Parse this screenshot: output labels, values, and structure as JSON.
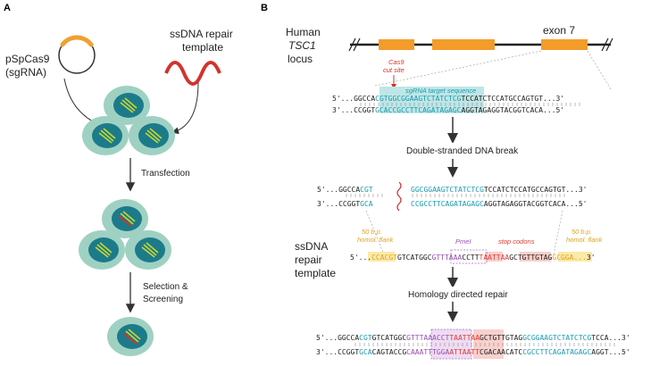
{
  "panel_a": {
    "letter": "A",
    "plasmid_label_line1": "pSpCas9",
    "plasmid_label_line2": "(sgRNA)",
    "template_label_line1": "ssDNA repair",
    "template_label_line2": "template",
    "step1": "Transfection",
    "step2_line1": "Selection &",
    "step2_line2": "Screening"
  },
  "panel_b": {
    "letter": "B",
    "locus_line1": "Human",
    "locus_line2": "TSC1",
    "locus_line3": "locus",
    "exon_label": "exon 7",
    "cut_site_line1": "Cas9",
    "cut_site_line2": "cut site",
    "sgrna_label": "sgRNA target sequence",
    "wt_top": {
      "prefix": "5'...GGCCA",
      "target": "CGTGGCGGAAGTCTATCTCG",
      "suffix": "TCCATCTCCATGCCAGTGT...3'"
    },
    "wt_bottom": {
      "prefix": "3'...CCGGT",
      "target": "GCACCGCCTTCAGATAGAGC",
      "suffix": "AGGTAGAGGTACGGTCACA...5'"
    },
    "dsb_label": "Double-stranded DNA break",
    "break_top_left": "5'...GGCCA",
    "break_top_left_blue": "CGT",
    "break_top_right_blue": "GGCGGAAGTCTATCTCG",
    "break_top_right": "TCCATCTCCATGCCAGTGT...3'",
    "break_bottom_left": "3'...CCGGT",
    "break_bottom_left_blue": "GCA",
    "break_bottom_right_blue": "CCGCCTTCAGATAGAGC",
    "break_bottom_right": "AGGTAGAGGTACGGTCACA...5'",
    "template_line1": "ssDNA",
    "template_line2": "repair",
    "template_line3": "template",
    "flank_left_1": "50 b.p.",
    "flank_left_2": "homol. flank",
    "flank_right_1": "50 b.p.",
    "flank_right_2": "homol. flank",
    "pmei_label": "PmeI",
    "stop_label": "stop codons",
    "template_seq": {
      "p1": "5'...",
      "p2": "CCACGT",
      "p3": "GTCATGGC",
      "p4": "GTTTAAA",
      "p5": "CCTT",
      "p6": "TAATTAA",
      "p7": "GCTGTTGTAG",
      "p8": "GCGGA...",
      "p9": "3'"
    },
    "hdr_label": "Homology directed repair",
    "final_top": {
      "p1": "5'...GGCCA",
      "p2": "CGT",
      "p3": "GTCATGGC",
      "p4": "GTTTAAACCT",
      "p5": "TAATTAA",
      "p6": "GCTGTTGTAG",
      "p7": "GCGGAAGTCTATCTCG",
      "p8": "TCCA...3'"
    },
    "final_bottom": {
      "p1": "3'...CCGGT",
      "p2": "GCA",
      "p3": "CAGTACCG",
      "p4": "CAAATTTGGA",
      "p5": "ATTAATT",
      "p6": "CGACAACATC",
      "p7": "CGCCTTCAGATAGAGC",
      "p8": "AGGT...5'"
    }
  },
  "colors": {
    "cell_outer": "#9fd1c3",
    "nucleus": "#1c7b8a",
    "plasmid_insert": "#f0a030",
    "exon": "#f39c2a",
    "target_highlight": "#bfe6e6",
    "target_text": "#1a9bb0",
    "cut_site": "#d0342c",
    "stop_codon": "#e03a30",
    "stop_highlight": "#f8d0cc",
    "flank_text": "#e0a21f",
    "flank_highlight": "#fbeaa8",
    "pmei": "#9a4fb0",
    "pmei_box": "#a86ac4"
  }
}
